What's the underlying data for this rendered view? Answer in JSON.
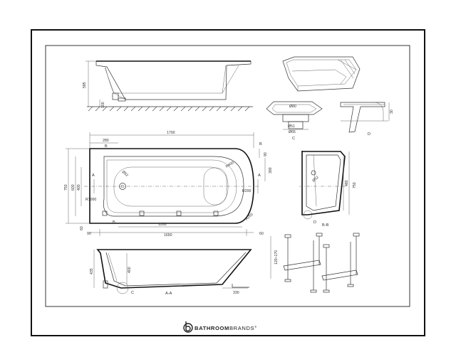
{
  "brand": {
    "name_bold": "BATHROOM",
    "name_light": "BRANDS",
    "trademark": "®"
  },
  "dimensions": {
    "overall_length": "1700",
    "top_height": "585",
    "foot_height": "100",
    "rim_offset": "280",
    "slope_a": "60",
    "slope_b": "90",
    "side_dim": "390",
    "radius_r600": "R600",
    "radius_r250": "R250",
    "radius_r1000": "R1000",
    "radius_r200": "R200",
    "radius_r100": "R100",
    "drain_dia": "Ø52",
    "overall_width": "750",
    "inner_width": "600",
    "inner_width_b": "400",
    "small_60": "60",
    "small_90": "90",
    "length_1200": "1200",
    "length_1650": "1650",
    "right_60": "60",
    "section_height_435": "435",
    "section_height_400": "400",
    "section_330": "330",
    "bb_width": "480",
    "bb_height": "750",
    "bb_drain": "Ø52",
    "leg_range": "120÷170",
    "detail_d_height": "30",
    "waste_dia_80": "Ø80",
    "waste_dia_51": "Ø51",
    "waste_dia_65": "Ø65"
  },
  "labels": {
    "section_a": "A",
    "section_b": "B",
    "section_aa": "A-A",
    "section_bb": "B-B",
    "detail_c": "C",
    "detail_d": "D"
  }
}
